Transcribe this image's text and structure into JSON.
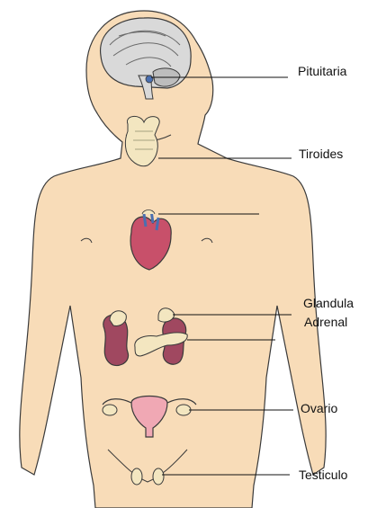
{
  "labels": {
    "pituitaria": "Pituitaria",
    "tiroides": "Tiroides",
    "glandula": "Glandula",
    "adrenal": "Adrenal",
    "ovario": "Ovario",
    "testiculo": "Testiculo"
  },
  "colors": {
    "skin": "#f8dcb8",
    "outline": "#3a3a3a",
    "brain": "#d9d9d9",
    "heart": "#c8506a",
    "kidney": "#a04860",
    "adrenal": "#f3e6c0",
    "uterus": "#f0a8b4"
  }
}
